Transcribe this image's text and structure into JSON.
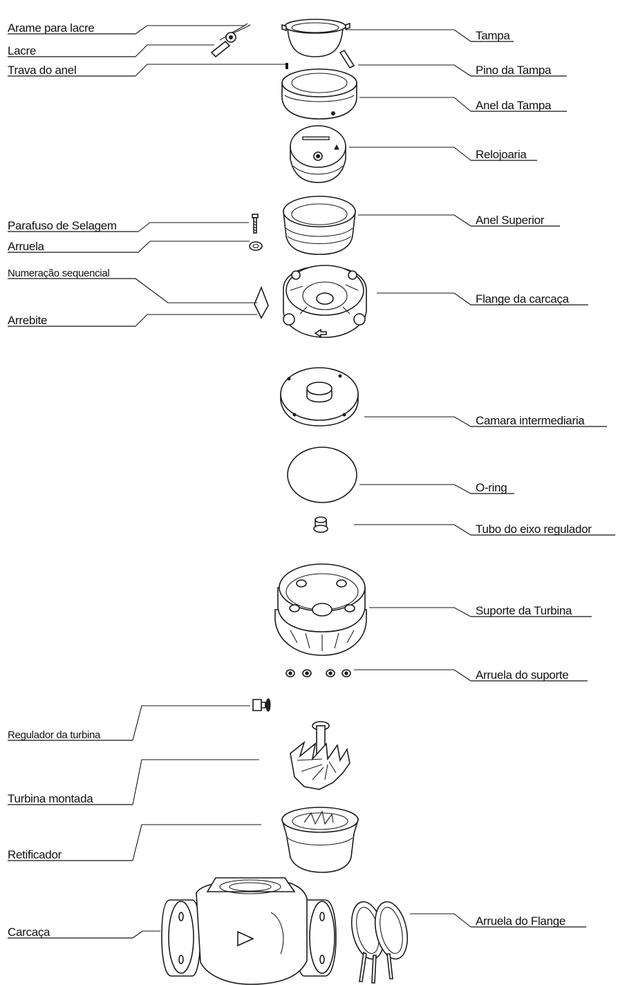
{
  "labels_left": [
    {
      "id": "arame",
      "text": "Arame para lacre"
    },
    {
      "id": "lacre",
      "text": "Lacre"
    },
    {
      "id": "trava",
      "text": "Trava do anel"
    },
    {
      "id": "parafuso",
      "text": "Parafuso de Selagem"
    },
    {
      "id": "arruela",
      "text": "Arruela"
    },
    {
      "id": "numeracao",
      "text": "Numeração sequencial"
    },
    {
      "id": "arrebite",
      "text": "Arrebite"
    },
    {
      "id": "regulador",
      "text": "Regulador da turbina"
    },
    {
      "id": "turbina",
      "text": "Turbina montada"
    },
    {
      "id": "retificador",
      "text": "Retificador"
    },
    {
      "id": "carcaca",
      "text": "Carcaça"
    }
  ],
  "labels_right": [
    {
      "id": "tampa",
      "text": "Tampa"
    },
    {
      "id": "pino",
      "text": "Pino da Tampa"
    },
    {
      "id": "anel_tampa",
      "text": "Anel da Tampa"
    },
    {
      "id": "relojoaria",
      "text": "Relojoaria"
    },
    {
      "id": "anel_superior",
      "text": "Anel Superior"
    },
    {
      "id": "flange",
      "text": "Flange da carcaça"
    },
    {
      "id": "camara",
      "text": "Camara intermediaria"
    },
    {
      "id": "oring",
      "text": "O-ring"
    },
    {
      "id": "tubo",
      "text": "Tubo do eixo regulador"
    },
    {
      "id": "suporte",
      "text": "Suporte da Turbina"
    },
    {
      "id": "arruela_suporte",
      "text": "Arruela do suporte"
    },
    {
      "id": "arruela_flange",
      "text": "Arruela do Flange"
    }
  ]
}
